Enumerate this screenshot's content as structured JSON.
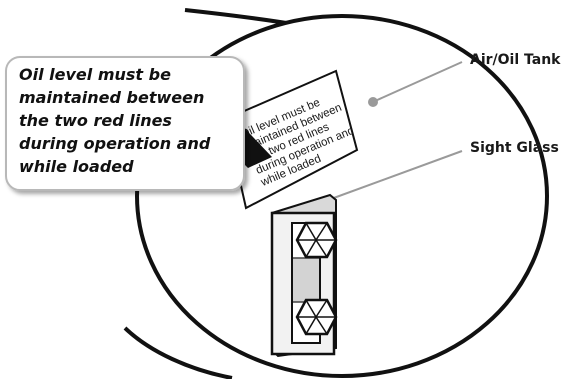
{
  "labels": {
    "tank": "Air/Oil Tank",
    "sight_glass": "Sight Glass"
  },
  "decal_lines": [
    "Oil level must be",
    "maintained between",
    "the two red lines",
    "during operation and",
    "while loaded"
  ],
  "callout_lines": [
    "Oil level must be",
    "maintained between",
    "the two red lines",
    "during operation and",
    "while loaded"
  ]
}
